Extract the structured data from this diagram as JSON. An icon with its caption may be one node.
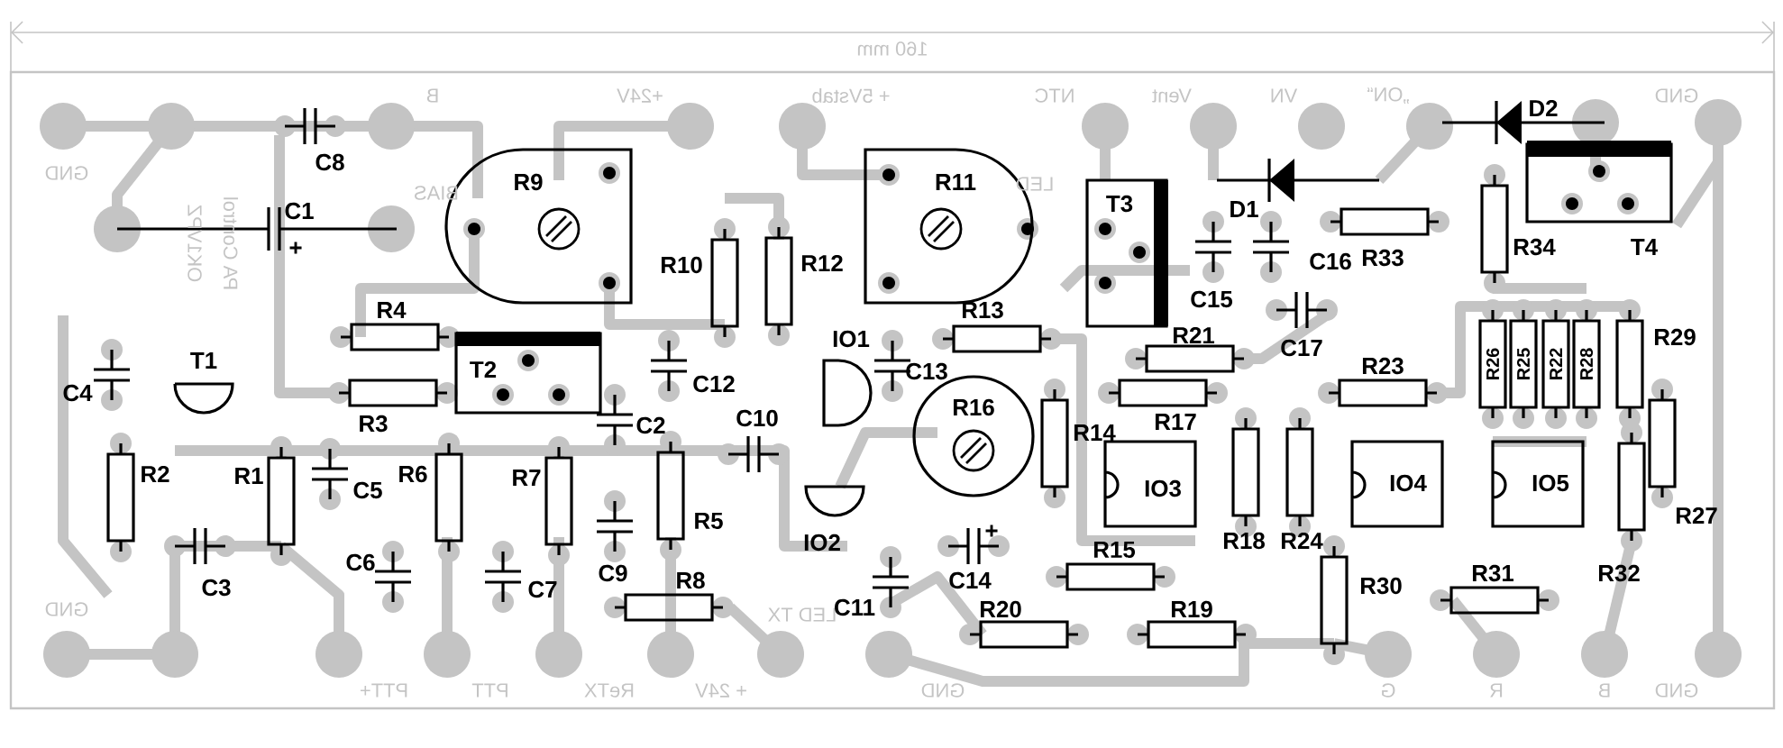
{
  "diagram": {
    "nodes": [
      {
        "text": [
          "R9"
        ]
      },
      {
        "text": [
          "R11"
        ]
      },
      {
        "text": [
          "T2"
        ]
      },
      {
        "text": [
          "T3"
        ]
      },
      {
        "text": [
          "R16"
        ]
      },
      {
        "text": [
          "R26"
        ]
      },
      {
        "text": [
          "R25"
        ]
      },
      {
        "text": [
          "R22"
        ]
      },
      {
        "text": [
          "R28"
        ]
      },
      {
        "text": [
          "IO3"
        ]
      },
      {
        "text": [
          "IO4"
        ]
      },
      {
        "text": [
          "IO5"
        ]
      }
    ],
    "labels": [
      "160 mm",
      "B",
      "+24V",
      "+ 5Vstab",
      "NTC",
      "Vent",
      "VN",
      "„ON“",
      "D2",
      "GND",
      "C8",
      "GND",
      "BIAS",
      "LED",
      "C1",
      "D1",
      "OK1VPZ",
      "PA Control",
      "R10",
      "R12",
      "R33",
      "R34",
      "T4",
      "C16",
      "C15",
      "R4",
      "R13",
      "C17",
      "IO1",
      "R21",
      "T1",
      "C4",
      "C13",
      "C12",
      "R29",
      "R23",
      "R3",
      "C2",
      "C10",
      "R14",
      "R17",
      "R2",
      "R1",
      "R6",
      "R7",
      "C5",
      "R5",
      "R27",
      "IO2",
      "C9",
      "R18",
      "R24",
      "C6",
      "C7",
      "R8",
      "R15",
      "R31",
      "R32",
      "C3",
      "C14",
      "R30",
      "GND",
      "LED TX",
      "C11",
      "R20",
      "R19",
      "PTT+",
      "PTT",
      "ReTX",
      "+ 24V",
      "GND",
      "G",
      "R",
      "B",
      "GND",
      "+",
      "+"
    ]
  }
}
